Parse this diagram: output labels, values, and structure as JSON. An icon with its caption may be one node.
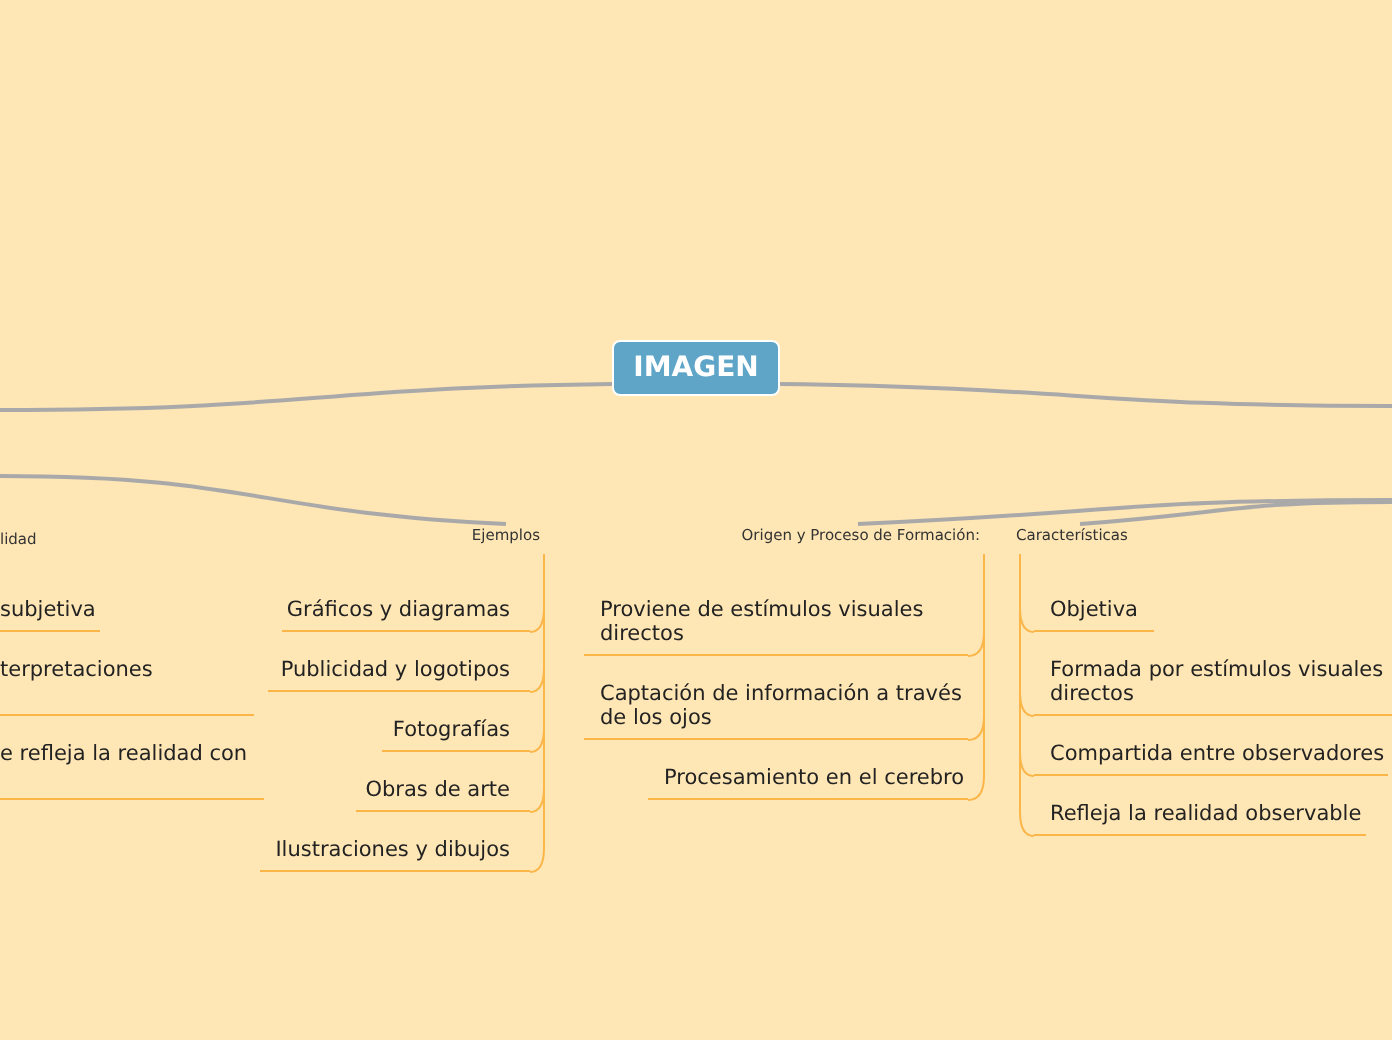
{
  "diagram": {
    "nodes": [
      {
        "text": [
          "IMAGEN"
        ]
      },
      {
        "text": [
          "lidad"
        ]
      },
      {
        "text": [
          "subjetiva"
        ]
      },
      {
        "text": [
          "terpretaciones"
        ]
      },
      {
        "text": [
          "e refleja la realidad con"
        ]
      },
      {
        "text": [
          "Ejemplos"
        ]
      },
      {
        "text": [
          "Gráficos y diagramas"
        ]
      },
      {
        "text": [
          "Publicidad y logotipos"
        ]
      },
      {
        "text": [
          "Fotografías"
        ]
      },
      {
        "text": [
          "Obras de arte"
        ]
      },
      {
        "text": [
          "Ilustraciones y dibujos"
        ]
      },
      {
        "text": [
          "Origen y Proceso de Formación:"
        ]
      },
      {
        "text": [
          "Proviene de estímulos visuales directos"
        ]
      },
      {
        "text": [
          "Captación de información a través de los ojos"
        ]
      },
      {
        "text": [
          "Procesamiento en el cerebro"
        ]
      },
      {
        "text": [
          "Características"
        ]
      },
      {
        "text": [
          "Objetiva"
        ]
      },
      {
        "text": [
          "Formada por estímulos visuales directos"
        ]
      },
      {
        "text": [
          "Compartida entre observadores"
        ]
      },
      {
        "text": [
          "Refleja la realidad observable"
        ]
      }
    ],
    "edges": [
      {
        "from": 0,
        "to": null,
        "arrow": "none",
        "color": "#a9a9a9"
      },
      {
        "from": 0,
        "to": null,
        "arrow": "none",
        "color": "#a9a9a9"
      },
      {
        "from": null,
        "to": 5,
        "arrow": "none",
        "color": "#a9a9a9"
      },
      {
        "from": null,
        "to": 11,
        "arrow": "none",
        "color": "#a9a9a9"
      },
      {
        "from": null,
        "to": 15,
        "arrow": "none",
        "color": "#a9a9a9"
      },
      {
        "from": 5,
        "to": 6,
        "arrow": "none"
      },
      {
        "from": 5,
        "to": 7,
        "arrow": "none"
      },
      {
        "from": 5,
        "to": 8,
        "arrow": "none"
      },
      {
        "from": 5,
        "to": 9,
        "arrow": "none"
      },
      {
        "from": 5,
        "to": 10,
        "arrow": "none"
      },
      {
        "from": 11,
        "to": 12,
        "arrow": "none"
      },
      {
        "from": 11,
        "to": 13,
        "arrow": "none"
      },
      {
        "from": 11,
        "to": 14,
        "arrow": "none"
      },
      {
        "from": 15,
        "to": 16,
        "arrow": "none"
      },
      {
        "from": 15,
        "to": 17,
        "arrow": "none"
      },
      {
        "from": 15,
        "to": 18,
        "arrow": "none"
      },
      {
        "from": 15,
        "to": 19,
        "arrow": "none"
      }
    ]
  }
}
